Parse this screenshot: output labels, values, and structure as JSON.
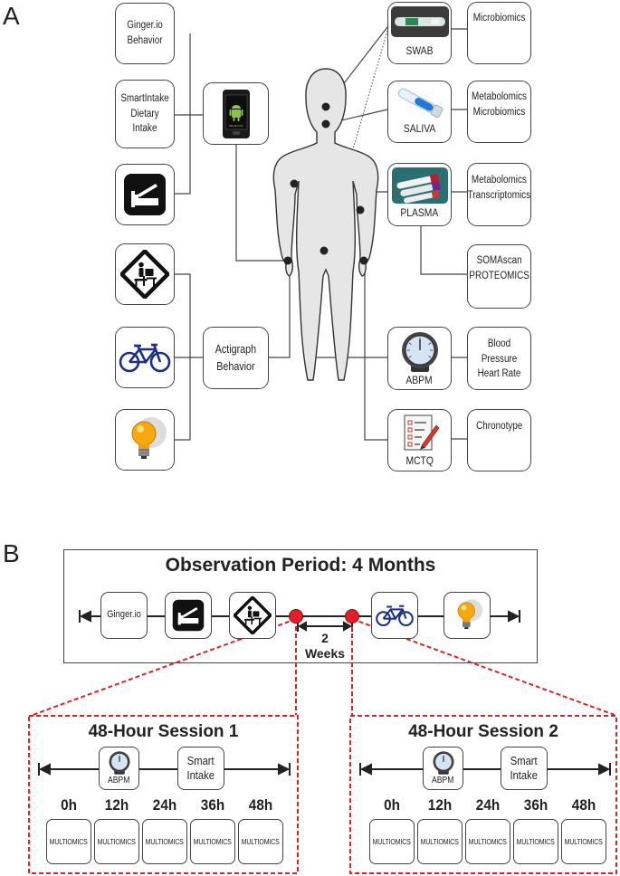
{
  "panels": {
    "a": "A",
    "b": "B"
  },
  "panel_a": {
    "left": {
      "ginger": "Ginger.io\nBehavior",
      "smartintake": "SmartIntake\nDietary\nIntake",
      "actigraph": "Actigraph\nBehavior"
    },
    "right": {
      "swab": {
        "sample": "SWAB",
        "assay": "Microbiomics"
      },
      "saliva": {
        "sample": "SALIVA",
        "assay": "Metabolomics\nMicrobiomics"
      },
      "plasma": {
        "sample": "PLASMA",
        "assay": "Metabolomics\nTranscriptomics"
      },
      "somascan": "SOMAscan\nPROTEOMICS",
      "abpm": {
        "sample": "ABPM",
        "assay": "Blood Pressure\nHeart Rate"
      },
      "mctq": {
        "sample": "MCTQ",
        "assay": "Chronotype"
      }
    },
    "phone_screen_text": "BEHAVIOR"
  },
  "panel_b": {
    "title": "Observation Period: 4 Months",
    "ginger_label": "Ginger.io",
    "gap_label": "2\nWeeks",
    "sessions": [
      {
        "title": "48-Hour Session 1",
        "abpm": "ABPM",
        "smart": "Smart\nIntake",
        "hours": [
          "0h",
          "12h",
          "24h",
          "36h",
          "48h"
        ],
        "box": "MULTIOMICS"
      },
      {
        "title": "48-Hour Session 2",
        "abpm": "ABPM",
        "smart": "Smart\nIntake",
        "hours": [
          "0h",
          "12h",
          "24h",
          "36h",
          "48h"
        ],
        "box": "MULTIOMICS"
      }
    ]
  },
  "colors": {
    "marker_red": "#e31e24",
    "dash_red": "#d7262a",
    "bike_blue": "#1c2f86",
    "body_gray": "#e6e6e6"
  }
}
